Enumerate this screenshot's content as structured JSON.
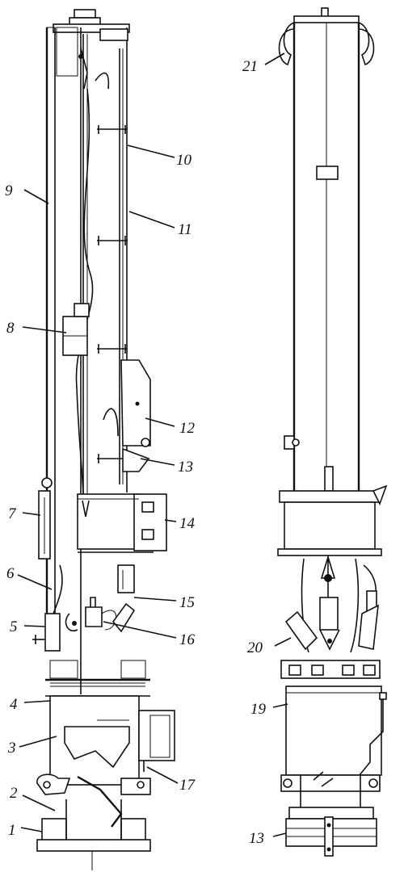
{
  "figure": {
    "callouts": [
      {
        "id": "1",
        "label": "1"
      },
      {
        "id": "2",
        "label": "2"
      },
      {
        "id": "3",
        "label": "3"
      },
      {
        "id": "4",
        "label": "4"
      },
      {
        "id": "5",
        "label": "5"
      },
      {
        "id": "6",
        "label": "6"
      },
      {
        "id": "7",
        "label": "7"
      },
      {
        "id": "8",
        "label": "8"
      },
      {
        "id": "9",
        "label": "9"
      },
      {
        "id": "10",
        "label": "10"
      },
      {
        "id": "11",
        "label": "11"
      },
      {
        "id": "12",
        "label": "12"
      },
      {
        "id": "13a",
        "label": "13"
      },
      {
        "id": "14",
        "label": "14"
      },
      {
        "id": "15",
        "label": "15"
      },
      {
        "id": "16",
        "label": "16"
      },
      {
        "id": "17",
        "label": "17"
      },
      {
        "id": "19",
        "label": "19"
      },
      {
        "id": "20",
        "label": "20"
      },
      {
        "id": "21",
        "label": "21"
      },
      {
        "id": "13b",
        "label": "13"
      }
    ]
  }
}
